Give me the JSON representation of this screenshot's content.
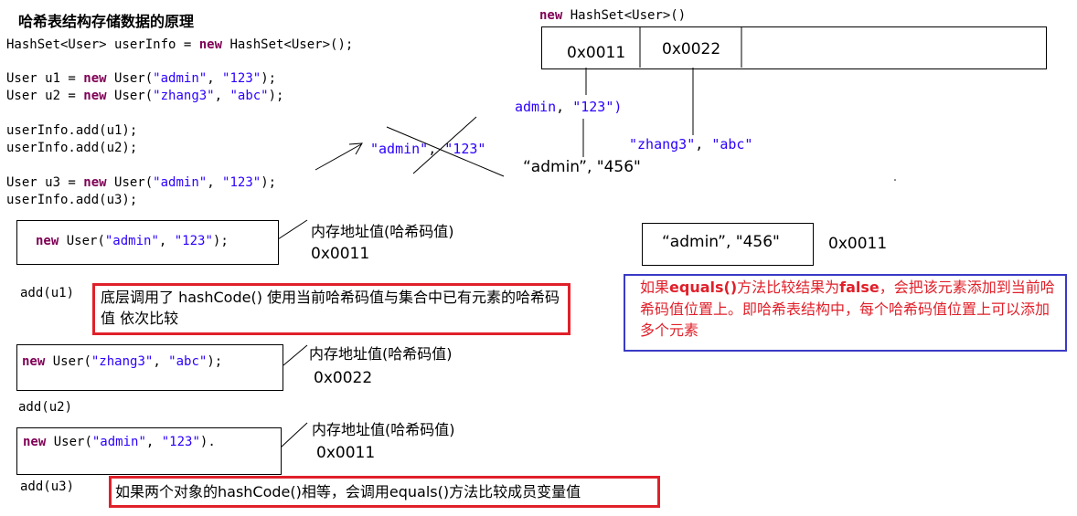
{
  "title": "哈希表结构存储数据的原理",
  "code": {
    "line1": {
      "a": "HashSet<User> userInfo = ",
      "kw": "new",
      "b": " HashSet<User>();"
    },
    "line2": {
      "a": "User u1 = ",
      "kw": "new",
      "b": " User(",
      "s1": "\"admin\"",
      "c": ", ",
      "s2": "\"123\"",
      "d": ");"
    },
    "line3": {
      "a": "User u2 = ",
      "kw": "new",
      "b": " User(",
      "s1": "\"zhang3\"",
      "c": ", ",
      "s2": "\"abc\"",
      "d": ");"
    },
    "line4": "userInfo.add(u1);",
    "line5": "userInfo.add(u2);",
    "line6": {
      "a": "User u3 = ",
      "kw": "new",
      "b": " User(",
      "s1": "\"admin\"",
      "c": ", ",
      "s2": "\"123\"",
      "d": ");"
    },
    "line7": "userInfo.add(u3);"
  },
  "hashset": {
    "label_kw": "new",
    "label_rest": " HashSet<User>()",
    "slot1": "0x0011",
    "slot2": "0x0022"
  },
  "chain": {
    "admin_123": {
      "s1": "admin",
      "c": ", ",
      "s2": "\"123\"",
      "d": ")"
    },
    "zhang3_abc": {
      "s1": "\"zhang3\"",
      "c": ", ",
      "s2": "\"abc\""
    },
    "admin_456": "“admin”, \"456\"",
    "crossed": {
      "s1": "\"admin\"",
      "c": ", ",
      "s2": "\"123\""
    }
  },
  "steps": {
    "u1_new": {
      "kw": "new",
      "b": " User(",
      "s1": "\"admin\"",
      "c": ", ",
      "s2": "\"123\"",
      "d": ");"
    },
    "u1_addr_label": "内存地址值(哈希码值)",
    "u1_addr": "0x0011",
    "u1_add": "add(u1)",
    "u1_note": "底层调用了 hashCode() 使用当前哈希码值与集合中已有元素的哈希码值 依次比较",
    "u2_new": {
      "kw": "new",
      "b": " User(",
      "s1": "\"zhang3\"",
      "c": ", ",
      "s2": "\"abc\"",
      "d": ");"
    },
    "u2_addr_label": "内存地址值(哈希码值)",
    "u2_addr": "0x0022",
    "u2_add": "add(u2)",
    "u3_new": {
      "kw": "new",
      "b": " User(",
      "s1": "\"admin\"",
      "c": ", ",
      "s2": "\"123\"",
      "d": ")."
    },
    "u3_addr_label": "内存地址值(哈希码值)",
    "u3_addr": "0x0011",
    "u3_add": "add(u3)",
    "u3_note": "如果两个对象的hashCode()相等，会调用equals()方法比较成员变量值"
  },
  "right": {
    "box_text": "“admin”, \"456\"",
    "box_addr": "0x0011",
    "note_pre": "如果",
    "note_b1": "equals()",
    "note_mid": "方法比较结果为",
    "note_b2": "false",
    "note_post": "，会把该元素添加到当前哈希码值位置上。即哈希表结构中，每个哈希码值位置上可以添加多个元素"
  },
  "colors": {
    "keyword": "#7f0055",
    "string": "#2a00ff",
    "red": "#e0202a",
    "blue": "#3a3ac6"
  }
}
